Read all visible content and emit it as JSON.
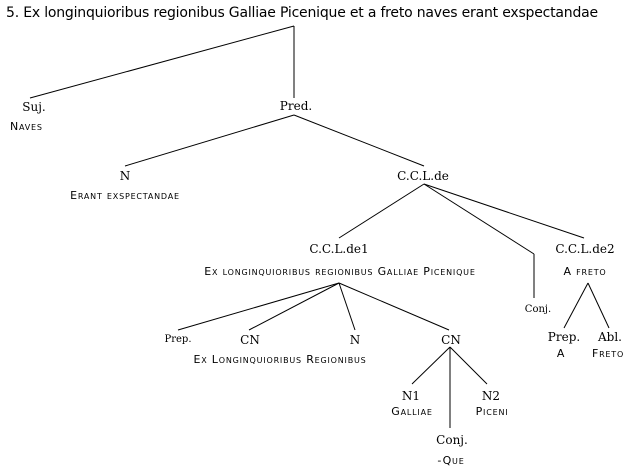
{
  "title": "5. Ex longinquioribus regionibus Galliae Picenique et a freto  naves  erant exspectandae",
  "nodes": {
    "suj": {
      "label": "Suj.",
      "gloss": "Naves"
    },
    "pred": {
      "label": "Pred."
    },
    "n_verb": {
      "label": "N",
      "gloss": "Erant exspectandae"
    },
    "ccl": {
      "label": "C.C.L.de"
    },
    "ccl1": {
      "label": "C.C.L.de1",
      "gloss": "Ex longinquioribus regionibus Galliae Picenique"
    },
    "conj_que_top": {
      "label": "Conj."
    },
    "ccl2": {
      "label": "C.C.L.de2",
      "gloss": "A freto"
    },
    "prep": {
      "label": "Prep."
    },
    "cn1": {
      "label": "CN"
    },
    "n_reg": {
      "label": "N"
    },
    "cn2": {
      "label": "CN"
    },
    "gloss_ex": {
      "text": "Ex Longinquioribus Regionibus"
    },
    "prep2": {
      "label": "Prep.",
      "gloss": "A"
    },
    "abl": {
      "label": "Abl.",
      "gloss": "Freto"
    },
    "n1": {
      "label": "N1",
      "gloss": "Galliae"
    },
    "n2": {
      "label": "N2",
      "gloss": "Piceni"
    },
    "conj2": {
      "label": "Conj.",
      "gloss": "-Que"
    }
  }
}
